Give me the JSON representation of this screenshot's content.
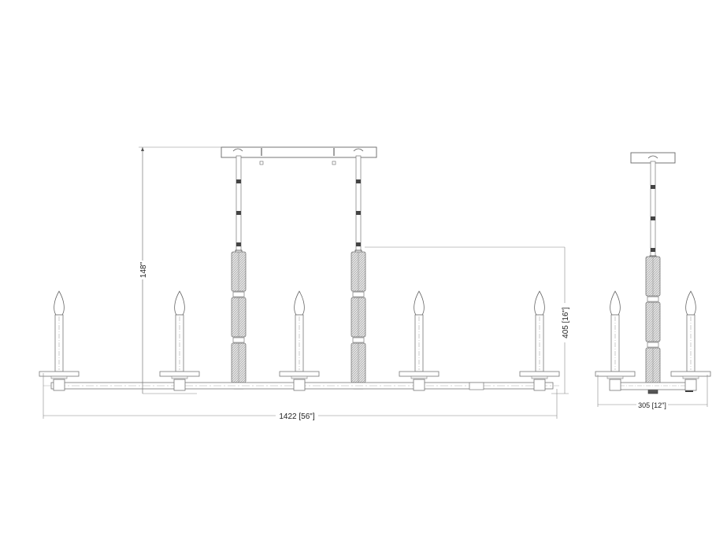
{
  "drawing": {
    "type": "technical line drawing",
    "subject": "linear chandelier, front and side elevations"
  },
  "front_view": {
    "candles": 5,
    "pendant_columns": 2,
    "dimensions": {
      "overall_height": "148\"",
      "width": "1422 [56\"]",
      "fixture_body_height": "405 [16\"]"
    }
  },
  "side_view": {
    "candles": 2,
    "pendant_columns": 1,
    "dimensions": {
      "depth": "305 [12\"]"
    }
  },
  "colors": {
    "line": "#555555",
    "dim_line": "#888888",
    "hatch": "#cfcfcf"
  }
}
